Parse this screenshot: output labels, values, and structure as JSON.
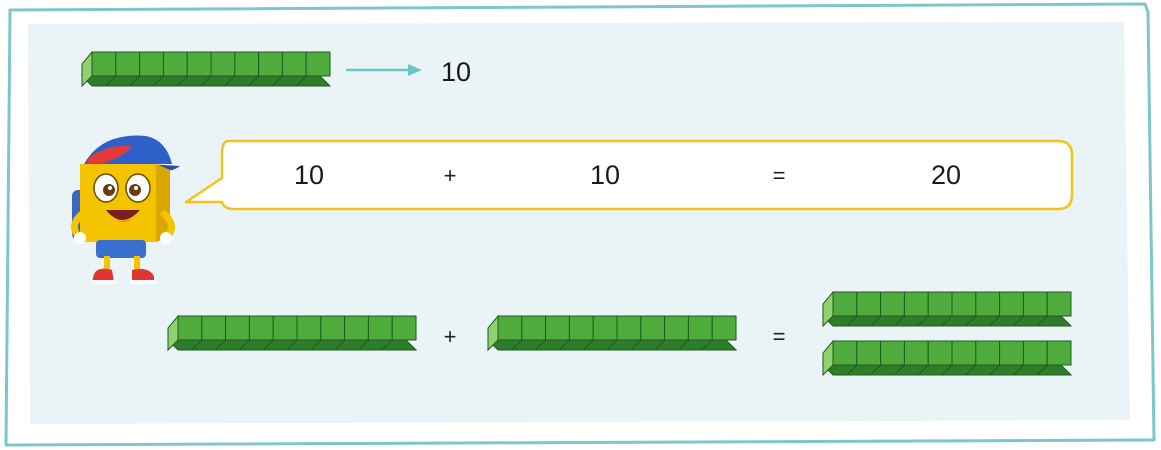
{
  "key": {
    "rod_units": 10,
    "value": "10"
  },
  "sentence": {
    "addend1": "10",
    "plus": "+",
    "addend2": "10",
    "equals": "=",
    "sum": "20"
  },
  "model": {
    "plus": "+",
    "equals": "=",
    "left_rods": 1,
    "right_rods": 1,
    "result_rods": 2
  },
  "colors": {
    "frame_border": "#7cc7c8",
    "panel_fill": "#eaf4f6",
    "bubble_border": "#f0c419",
    "arrow": "#6cc4c3",
    "rod_front": "#4fab3b",
    "rod_top": "#8fd16e",
    "rod_bottom": "#2e7d2a",
    "rod_line": "#1f5c1e"
  },
  "icons": {
    "mascot": "cube-mascot-with-cap-illustration",
    "arrow": "right-arrow-icon",
    "rod": "ten-rod-block-icon"
  }
}
